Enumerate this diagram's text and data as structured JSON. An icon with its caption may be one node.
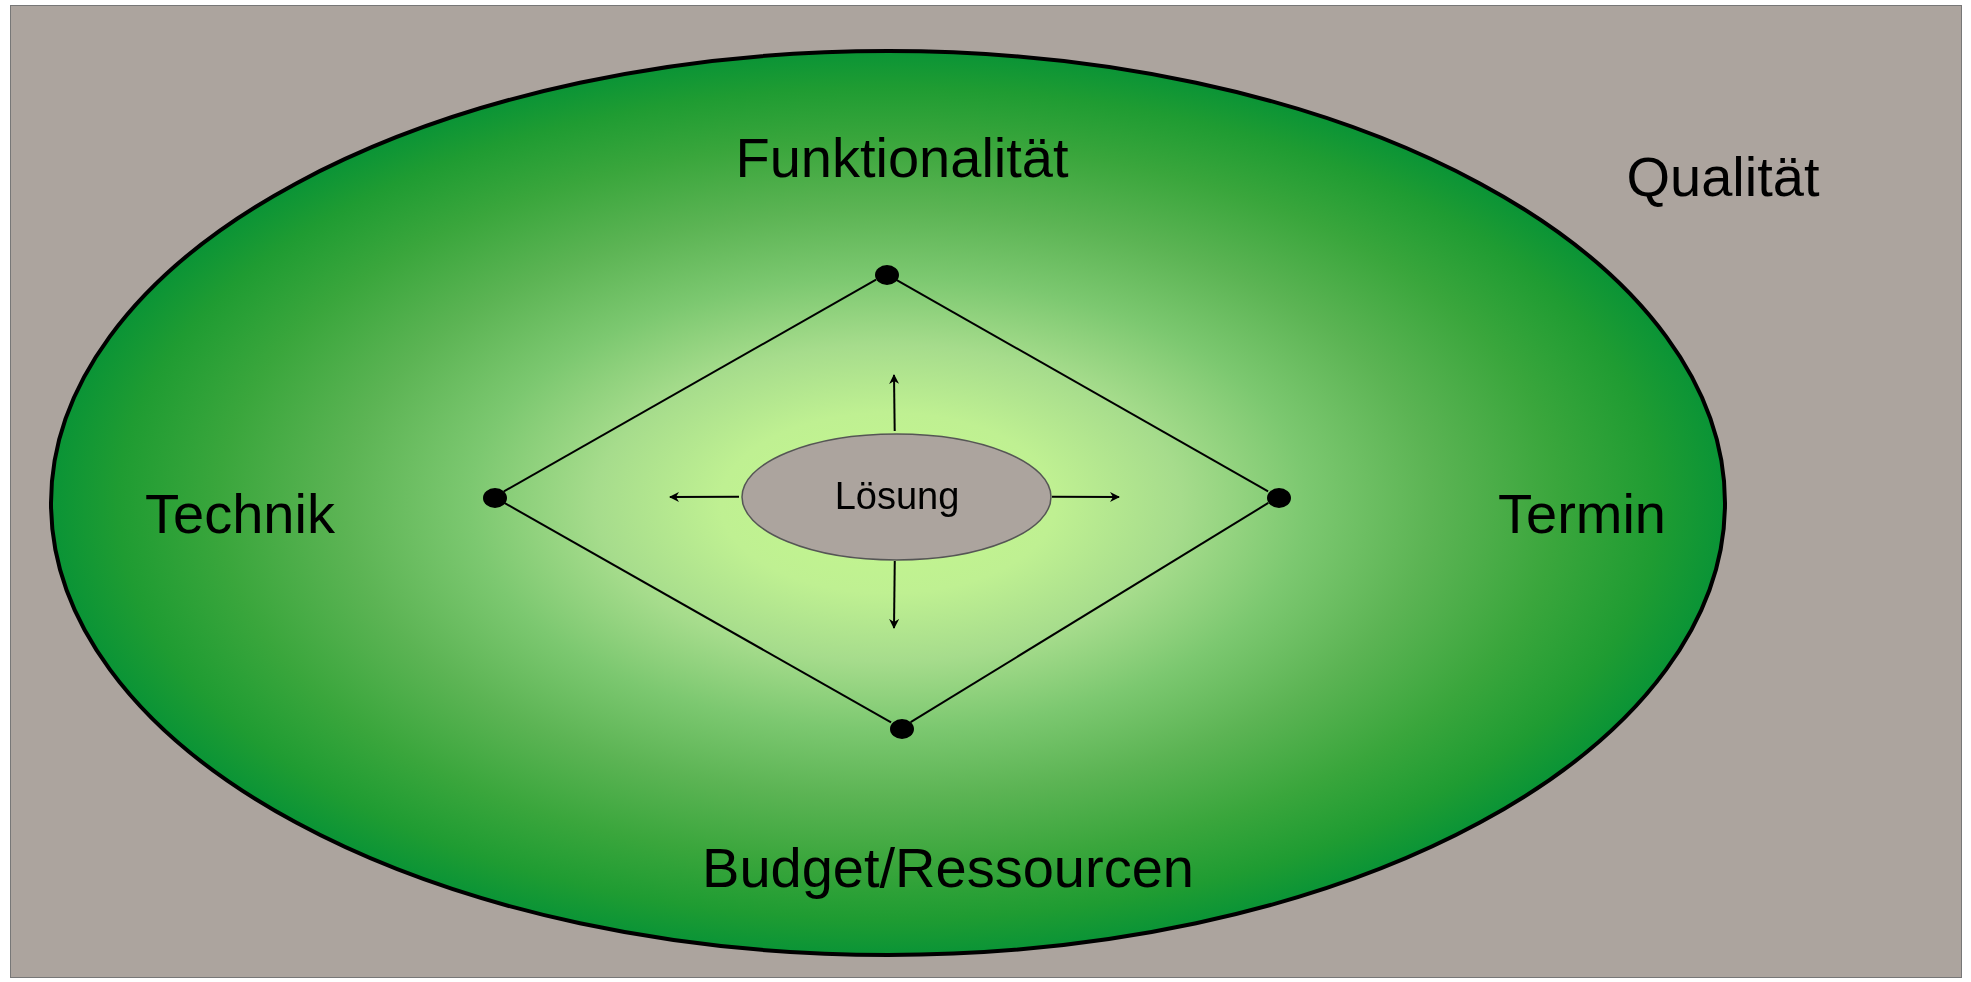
{
  "diagram": {
    "nodes": [
      {
        "text": [
          "Qualität"
        ]
      },
      {
        "text": [
          "Funktionalität",
          "Technik",
          "Termin",
          "Budget/Ressourcen"
        ],
        "in": 0
      },
      {
        "text": [],
        "shape": "circle",
        "in": 1
      },
      {
        "text": [],
        "shape": "circle",
        "in": 1
      },
      {
        "text": [
          "Lösung"
        ],
        "in": 1
      },
      {
        "text": [],
        "shape": "circle",
        "in": 1
      },
      {
        "text": [],
        "shape": "circle",
        "in": 1
      }
    ],
    "edges": [
      {
        "from": 2,
        "to": 3,
        "arrow": "none"
      },
      {
        "from": 2,
        "to": 5,
        "arrow": "none"
      },
      {
        "from": 3,
        "to": 6,
        "arrow": "none"
      },
      {
        "from": 5,
        "to": 6,
        "arrow": "none"
      },
      {
        "from": 4,
        "to": null,
        "arrow": "to"
      },
      {
        "from": 4,
        "to": null,
        "arrow": "to"
      },
      {
        "from": 4,
        "to": null,
        "arrow": "to"
      },
      {
        "from": 4,
        "to": null,
        "arrow": "to"
      }
    ]
  }
}
